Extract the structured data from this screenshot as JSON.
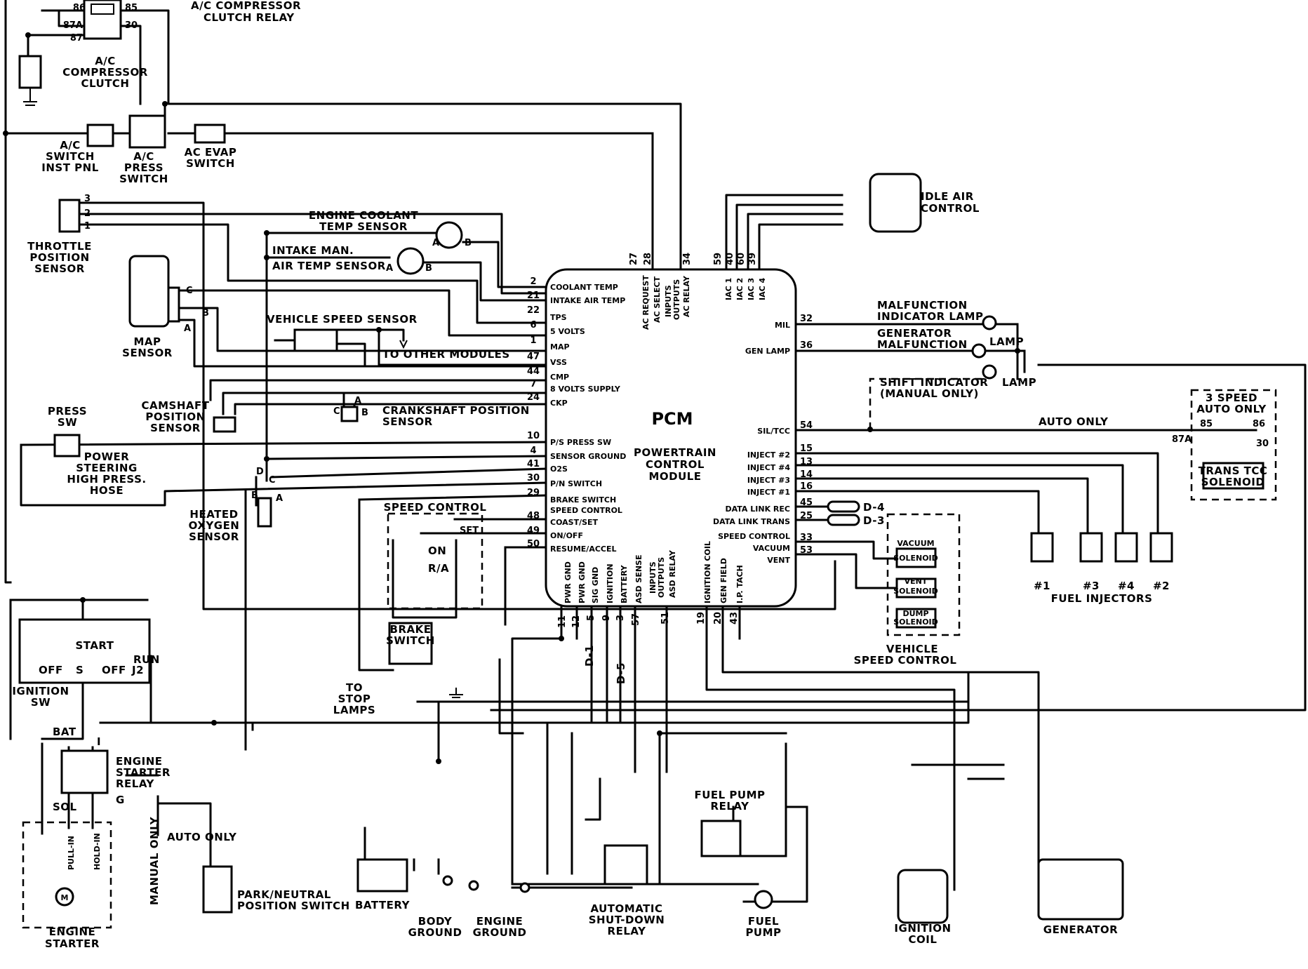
{
  "pcm": {
    "title": "PCM",
    "subtitle_1": "POWERTRAIN",
    "subtitle_2": "CONTROL",
    "subtitle_3": "MODULE",
    "left_pins": [
      {
        "num": "2",
        "sig": "COOLANT TEMP"
      },
      {
        "num": "21",
        "sig": "INTAKE AIR TEMP"
      },
      {
        "num": "22",
        "sig": "TPS"
      },
      {
        "num": "6",
        "sig": "5 VOLTS"
      },
      {
        "num": "1",
        "sig": "MAP"
      },
      {
        "num": "47",
        "sig": "VSS"
      },
      {
        "num": "44",
        "sig": "CMP"
      },
      {
        "num": "7",
        "sig": "8 VOLTS SUPPLY"
      },
      {
        "num": "24",
        "sig": "CKP"
      },
      {
        "num": "10",
        "sig": "P/S PRESS SW"
      },
      {
        "num": "4",
        "sig": "SENSOR GROUND"
      },
      {
        "num": "41",
        "sig": "O2S"
      },
      {
        "num": "30",
        "sig": "P/N SWITCH"
      },
      {
        "num": "29",
        "sig": "BRAKE SWITCH"
      },
      {
        "num": "48",
        "sig": "SPEED CONTROL"
      },
      {
        "num": "49",
        "sig": "COAST/SET"
      },
      {
        "num": "50",
        "sig": "ON/OFF"
      },
      {
        "num": "",
        "sig": "RESUME/ACCEL"
      }
    ],
    "top_pins": [
      {
        "num": "27",
        "sig": "AC REQUEST"
      },
      {
        "num": "28",
        "sig": "AC SELECT"
      },
      {
        "num": "",
        "sig": "INPUTS"
      },
      {
        "num": "",
        "sig": "OUTPUTS"
      },
      {
        "num": "34",
        "sig": "AC RELAY"
      },
      {
        "num": "59",
        "sig": "IAC 1"
      },
      {
        "num": "40",
        "sig": "IAC 2"
      },
      {
        "num": "60",
        "sig": "IAC 3"
      },
      {
        "num": "39",
        "sig": "IAC 4"
      }
    ],
    "right_pins": [
      {
        "num": "32",
        "sig": "MIL"
      },
      {
        "num": "36",
        "sig": "GEN LAMP"
      },
      {
        "num": "54",
        "sig": "SIL/TCC"
      },
      {
        "num": "15",
        "sig": "INJECT #2"
      },
      {
        "num": "13",
        "sig": "INJECT #4"
      },
      {
        "num": "14",
        "sig": "INJECT #3"
      },
      {
        "num": "16",
        "sig": "INJECT #1"
      },
      {
        "num": "45",
        "sig": "DATA LINK REC"
      },
      {
        "num": "25",
        "sig": "DATA LINK TRANS"
      },
      {
        "num": "33",
        "sig": "SPEED CONTROL"
      },
      {
        "num": "53",
        "sig": "VACUUM"
      },
      {
        "num": "",
        "sig": "VENT"
      }
    ],
    "bottom_pins": [
      {
        "num": "11",
        "sig": "PWR GND"
      },
      {
        "num": "12",
        "sig": "PWR GND"
      },
      {
        "num": "5",
        "sig": "SIG GND"
      },
      {
        "num": "9",
        "sig": "IGNITION"
      },
      {
        "num": "3",
        "sig": "BATTERY"
      },
      {
        "num": "57",
        "sig": "ASD SENSE"
      },
      {
        "num": "",
        "sig": "INPUTS"
      },
      {
        "num": "",
        "sig": "OUTPUTS"
      },
      {
        "num": "51",
        "sig": "ASD RELAY"
      },
      {
        "num": "19",
        "sig": "IGNITION COIL"
      },
      {
        "num": "20",
        "sig": "GEN FIELD"
      },
      {
        "num": "43",
        "sig": "I.P. TACH"
      }
    ]
  },
  "components": {
    "ac_relay": "A/C COMPRESSOR",
    "ac_relay_2": "CLUTCH RELAY",
    "ac_clutch_1": "A/C",
    "ac_clutch_2": "COMPRESSOR",
    "ac_clutch_3": "CLUTCH",
    "ac_switch_1": "A/C",
    "ac_switch_2": "SWITCH",
    "ac_switch_3": "INST PNL",
    "ac_press_1": "A/C",
    "ac_press_2": "PRESS",
    "ac_press_3": "SWITCH",
    "ac_evap_1": "AC EVAP",
    "ac_evap_2": "SWITCH",
    "tps_1": "THROTTLE",
    "tps_2": "POSITION",
    "tps_3": "SENSOR",
    "ect_1": "ENGINE COOLANT",
    "ect_2": "TEMP SENSOR",
    "iat_1": "INTAKE MAN.",
    "iat_2": "AIR TEMP SENSOR",
    "map_1": "MAP",
    "map_2": "SENSOR",
    "vss": "VEHICLE SPEED SENSOR",
    "to_other": "TO OTHER MODULES",
    "cam_1": "CAMSHAFT",
    "cam_2": "POSITION",
    "cam_3": "SENSOR",
    "crank_1": "CRANKSHAFT POSITION",
    "crank_2": "SENSOR",
    "press_sw_1": "PRESS",
    "press_sw_2": "SW",
    "ps_1": "POWER",
    "ps_2": "STEERING",
    "ps_3": "HIGH PRESS.",
    "ps_4": "HOSE",
    "o2_1": "HEATED",
    "o2_2": "OXYGEN",
    "o2_3": "SENSOR",
    "speed_control": "SPEED CONTROL",
    "set": "SET",
    "on": "ON",
    "ra": "R/A",
    "brake_1": "BRAKE",
    "brake_2": "SWITCH",
    "stop_1": "TO",
    "stop_2": "STOP",
    "stop_3": "LAMPS",
    "ign_start": "START",
    "ign_run": "RUN",
    "ign_off": "OFF",
    "ign_s": "S",
    "ign_j2": "J2",
    "ign_1": "IGNITION",
    "ign_2": "SW",
    "bat": "BAT",
    "i": "I",
    "sol": "SOL",
    "g": "G",
    "starter_relay_1": "ENGINE",
    "starter_relay_2": "STARTER",
    "starter_relay_3": "RELAY",
    "pull_in": "PULL-IN",
    "hold_in": "HOLD-IN",
    "starter_1": "ENGINE",
    "starter_2": "STARTER",
    "auto_only": "AUTO ONLY",
    "manual_only": "MANUAL ONLY",
    "pn_1": "PARK/NEUTRAL",
    "pn_2": "POSITION SWITCH",
    "battery": "BATTERY",
    "body_1": "BODY",
    "body_2": "GROUND",
    "eng_gnd_1": "ENGINE",
    "eng_gnd_2": "GROUND",
    "asd_1": "AUTOMATIC",
    "asd_2": "SHUT-DOWN",
    "asd_3": "RELAY",
    "fp_relay_1": "FUEL PUMP",
    "fp_relay_2": "RELAY",
    "fp_1": "FUEL",
    "fp_2": "PUMP",
    "coil_1": "IGNITION",
    "coil_2": "COIL",
    "generator": "GENERATOR",
    "iac_1": "IDLE AIR",
    "iac_2": "CONTROL",
    "mil_1": "MALFUNCTION",
    "mil_2": "INDICATOR LAMP",
    "gen_1": "GENERATOR",
    "gen_2": "MALFUNCTION",
    "lamp": "LAMP",
    "shift_1": "SHIFT INDICATOR",
    "shift_2": "(MANUAL ONLY)",
    "auto_only_2": "AUTO ONLY",
    "tcc_1": "3 SPEED",
    "tcc_2": "AUTO ONLY",
    "tcc_3": "TRANS TCC",
    "tcc_4": "SOLENOID",
    "d4": "D-4",
    "d3": "D-3",
    "d1": "D-1",
    "d5": "D-5",
    "vsc_1": "VEHICLE",
    "vsc_2": "SPEED CONTROL",
    "vacuum": "VACUUM",
    "vent": "VENT",
    "dump": "DUMP",
    "solenoid": "SOLENOID",
    "fuel_inj": "FUEL INJECTORS",
    "inj_1": "#1",
    "inj_3": "#3",
    "inj_4": "#4",
    "inj_2": "#2"
  },
  "terminals": {
    "t86": "86",
    "t85": "85",
    "t87a": "87A",
    "t87": "87",
    "t30": "30",
    "tA": "A",
    "tB": "B",
    "tC": "C",
    "tD": "D",
    "t1": "1",
    "t2": "2",
    "t3": "3"
  }
}
